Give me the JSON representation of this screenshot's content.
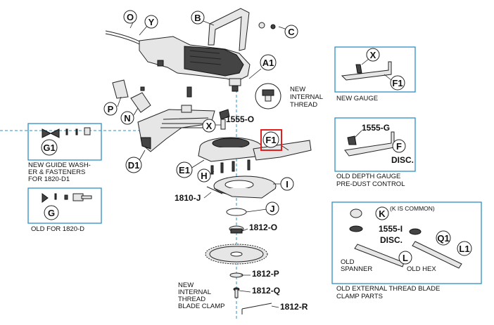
{
  "callouts": {
    "O": "O",
    "Y": "Y",
    "B": "B",
    "C": "C",
    "A1": "A1",
    "P": "P",
    "N": "N",
    "X": "X",
    "F1": "F1",
    "D1": "D1",
    "E1": "E1",
    "H": "H",
    "I": "I",
    "J": "J",
    "G1": "G1",
    "G": "G",
    "K": "K",
    "Q1": "Q1",
    "L1": "L1",
    "L": "L",
    "F": "F"
  },
  "part_numbers": {
    "p1555_O": "1555-O",
    "p1810_J": "1810-J",
    "p1812_O": "1812-O",
    "p1812_P": "1812-P",
    "p1812_Q": "1812-Q",
    "p1812_R": "1812-R",
    "p1555_G": "1555-G",
    "p1555_I": "1555-I",
    "disc": "DISC."
  },
  "captions": {
    "new_internal_thread": [
      "NEW",
      "INTERNAL",
      "THREAD"
    ],
    "new_gauge": "NEW GAUGE",
    "old_depth_gauge": [
      "OLD DEPTH GAUGE",
      "PRE-DUST CONTROL"
    ],
    "new_guide_washer": [
      "NEW GUIDE WASH-",
      "ER & FASTENERS",
      "FOR 1820-D1"
    ],
    "old_for_1820d": "OLD FOR 1820-D",
    "k_is_common": "(K IS COMMON)",
    "old_spanner": [
      "OLD",
      "SPANNER"
    ],
    "old_hex": "OLD HEX",
    "old_external_thread": [
      "OLD EXTERNAL THREAD BLADE",
      "CLAMP PARTS"
    ],
    "new_internal_thread_clamp": [
      "NEW",
      "INTERNAL",
      "THREAD",
      "BLADE CLAMP"
    ]
  },
  "colors": {
    "panel_border": "#2c8fc7",
    "highlight": "#e0201f",
    "axis": "#2c8fc7"
  }
}
